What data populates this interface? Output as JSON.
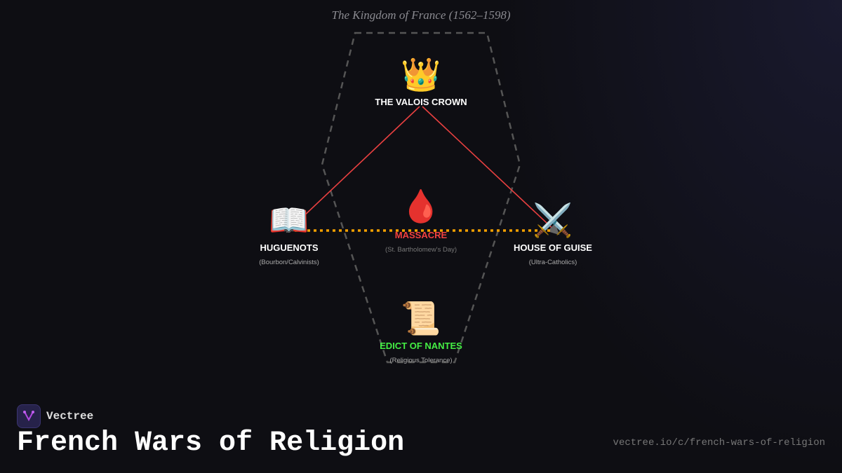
{
  "title": "The Kingdom of France (1562–1598)",
  "nodes": {
    "crown": {
      "icon": "crown-icon",
      "emoji": "👑",
      "label": "THE VALOIS CROWN",
      "color": "#ffffff"
    },
    "huguenots": {
      "icon": "book-icon",
      "emoji": "📖",
      "label": "HUGUENOTS",
      "sub": "(Bourbon/Calvinists)",
      "color": "#ffffff"
    },
    "massacre": {
      "icon": "blood-drop-icon",
      "emoji": "🩸",
      "label": "MASSACRE",
      "sub": "(St. Bartholomew's Day)",
      "color": "#f04040"
    },
    "guise": {
      "icon": "crossed-swords-icon",
      "emoji": "⚔️",
      "label": "HOUSE OF GUISE",
      "sub": "(Ultra-Catholics)",
      "color": "#ffffff"
    },
    "nantes": {
      "icon": "scroll-icon",
      "emoji": "📜",
      "label": "EDICT OF NANTES",
      "sub": "(Religious Tolerance)",
      "color": "#44ee44"
    }
  },
  "colors": {
    "crown_edges": "#e84040",
    "conflict_edge": "#f5a000",
    "boundary": "#555555"
  },
  "brand": {
    "name": "Vectree",
    "title": "French Wars of Religion",
    "url": "vectree.io/c/french-wars-of-religion"
  }
}
